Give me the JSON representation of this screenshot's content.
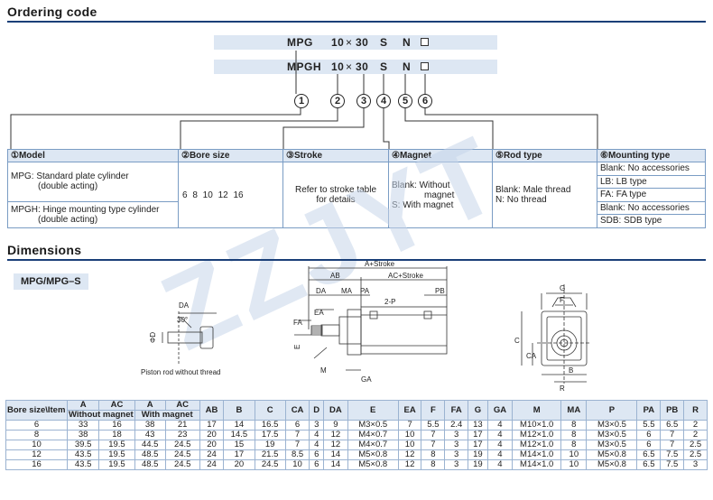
{
  "ordering": {
    "title": "Ordering code",
    "line1": {
      "model": "MPG",
      "bore": "10",
      "times": "×",
      "stroke": "30",
      "magnet": "S",
      "rod": "N"
    },
    "line2": {
      "model": "MPGH",
      "bore": "10",
      "times": "×",
      "stroke": "30",
      "magnet": "S",
      "rod": "N"
    },
    "circles": [
      "1",
      "2",
      "3",
      "4",
      "5",
      "6"
    ]
  },
  "spec_table": {
    "headers": [
      "①Model",
      "②Bore size",
      "③Stroke",
      "④Magnet",
      "⑤Rod type",
      "⑥Mounting type"
    ],
    "model": {
      "mpg_line1": "MPG: Standard plate cylinder",
      "mpg_line2": "(double acting)",
      "mpgh_line1": "MPGH: Hinge mounting type cylinder",
      "mpgh_line2": "(double acting)"
    },
    "bore": "6  8  10  12  16",
    "stroke_line1": "Refer to stroke table",
    "stroke_line2": "for details",
    "magnet_line1": "Blank: Without",
    "magnet_line2": "magnet",
    "magnet_line3": "S: With magnet",
    "rod_line1": "Blank: Male thread",
    "rod_line2": "N: No thread",
    "mounting": [
      "Blank: No accessories",
      "LB: LB type",
      "FA: FA type",
      "Blank: No accessories",
      "SDB: SDB type"
    ]
  },
  "watermark": "ZZJYT",
  "dimensions": {
    "title": "Dimensions",
    "subtitle": "MPG/MPG–S",
    "drawing": {
      "piston_caption": "Piston rod without thread",
      "labels": {
        "A_stroke": "A+Stroke",
        "AB": "AB",
        "AC_stroke": "AC+Stroke",
        "DA": "DA",
        "MA": "MA",
        "PA": "PA",
        "twoP": "2-P",
        "PB": "PB",
        "FA": "FA",
        "EA": "EA",
        "E": "E",
        "M": "M",
        "GA": "GA",
        "G": "G",
        "F": "F",
        "C": "C",
        "CA": "CA",
        "B": "B",
        "R": "R",
        "D": "ΦD",
        "angle": "30°",
        "DA_left": "DA"
      }
    }
  },
  "dim_table": {
    "header_row1": [
      "Bore size\\Item",
      "A",
      "AC",
      "A",
      "AC",
      "AB",
      "B",
      "C",
      "CA",
      "D",
      "DA",
      "E",
      "EA",
      "F",
      "FA",
      "G",
      "GA",
      "M",
      "MA",
      "P",
      "PA",
      "PB",
      "R"
    ],
    "header_row2": [
      "Without magnet",
      "With magnet"
    ],
    "rows": [
      [
        "6",
        "33",
        "16",
        "38",
        "21",
        "17",
        "14",
        "16.5",
        "6",
        "3",
        "9",
        "M3×0.5",
        "7",
        "5.5",
        "2.4",
        "13",
        "4",
        "M10×1.0",
        "8",
        "M3×0.5",
        "5.5",
        "6.5",
        "2"
      ],
      [
        "8",
        "38",
        "18",
        "43",
        "23",
        "20",
        "14.5",
        "17.5",
        "7",
        "4",
        "12",
        "M4×0.7",
        "10",
        "7",
        "3",
        "17",
        "4",
        "M12×1.0",
        "8",
        "M3×0.5",
        "6",
        "7",
        "2"
      ],
      [
        "10",
        "39.5",
        "19.5",
        "44.5",
        "24.5",
        "20",
        "15",
        "19",
        "7",
        "4",
        "12",
        "M4×0.7",
        "10",
        "7",
        "3",
        "17",
        "4",
        "M12×1.0",
        "8",
        "M3×0.5",
        "6",
        "7",
        "2.5"
      ],
      [
        "12",
        "43.5",
        "19.5",
        "48.5",
        "24.5",
        "24",
        "17",
        "21.5",
        "8.5",
        "6",
        "14",
        "M5×0.8",
        "12",
        "8",
        "3",
        "19",
        "4",
        "M14×1.0",
        "10",
        "M5×0.8",
        "6.5",
        "7.5",
        "2.5"
      ],
      [
        "16",
        "43.5",
        "19.5",
        "48.5",
        "24.5",
        "24",
        "20",
        "24.5",
        "10",
        "6",
        "14",
        "M5×0.8",
        "12",
        "8",
        "3",
        "19",
        "4",
        "M14×1.0",
        "10",
        "M5×0.8",
        "6.5",
        "7.5",
        "3"
      ]
    ]
  }
}
